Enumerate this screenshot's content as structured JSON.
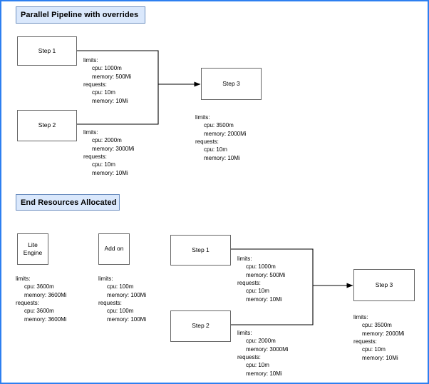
{
  "page": {
    "border_color": "#2d7ff0",
    "background": "#ffffff"
  },
  "sections": [
    {
      "title": "Parallel Pipeline with  overrides",
      "accent_fill": "#dae8fc",
      "accent_border": "#6c8ebf"
    },
    {
      "title": "End Resources Allocated",
      "accent_fill": "#dae8fc",
      "accent_border": "#6c8ebf"
    }
  ],
  "top": {
    "step1": {
      "label": "Step 1"
    },
    "step2": {
      "label": "Step 2"
    },
    "step3": {
      "label": "Step 3"
    },
    "step1_resources": {
      "limits_key": "limits:",
      "limits_cpu": "cpu: 1000m",
      "limits_memory": "memory: 500Mi",
      "requests_key": "requests:",
      "requests_cpu": "cpu: 10m",
      "requests_memory": "memory: 10Mi"
    },
    "step2_resources": {
      "limits_key": "limits:",
      "limits_cpu": "cpu: 2000m",
      "limits_memory": "memory: 3000Mi",
      "requests_key": "requests:",
      "requests_cpu": "cpu: 10m",
      "requests_memory": "memory: 10Mi"
    },
    "step3_resources": {
      "limits_key": "limits:",
      "limits_cpu": "cpu: 3500m",
      "limits_memory": "memory: 2000Mi",
      "requests_key": "requests:",
      "requests_cpu": "cpu: 10m",
      "requests_memory": "memory: 10Mi"
    }
  },
  "bottom": {
    "lite_engine": {
      "label_line1": "Lite",
      "label_line2": "Engine"
    },
    "add_on": {
      "label": "Add on"
    },
    "step1": {
      "label": "Step 1"
    },
    "step2": {
      "label": "Step 2"
    },
    "step3": {
      "label": "Step 3"
    },
    "lite_engine_resources": {
      "limits_key": "limits:",
      "limits_cpu": "cpu: 3600m",
      "limits_memory": "memory: 3600Mi",
      "requests_key": "requests:",
      "requests_cpu": "cpu: 3600m",
      "requests_memory": "memory: 3600Mi"
    },
    "add_on_resources": {
      "limits_key": "limits:",
      "limits_cpu": "cpu: 100m",
      "limits_memory": "memory: 100Mi",
      "requests_key": "requests:",
      "requests_cpu": "cpu: 100m",
      "requests_memory": "memory: 100Mi"
    },
    "step1_resources": {
      "limits_key": "limits:",
      "limits_cpu": "cpu: 1000m",
      "limits_memory": "memory: 500Mi",
      "requests_key": "requests:",
      "requests_cpu": "cpu: 10m",
      "requests_memory": "memory: 10Mi"
    },
    "step2_resources": {
      "limits_key": "limits:",
      "limits_cpu": "cpu: 2000m",
      "limits_memory": "memory: 3000Mi",
      "requests_key": "requests:",
      "requests_cpu": "cpu: 10m",
      "requests_memory": "memory: 10Mi"
    },
    "step3_resources": {
      "limits_key": "limits:",
      "limits_cpu": "cpu: 3500m",
      "limits_memory": "memory: 2000Mi",
      "requests_key": "requests:",
      "requests_cpu": "cpu: 10m",
      "requests_memory": "memory: 10Mi"
    }
  }
}
